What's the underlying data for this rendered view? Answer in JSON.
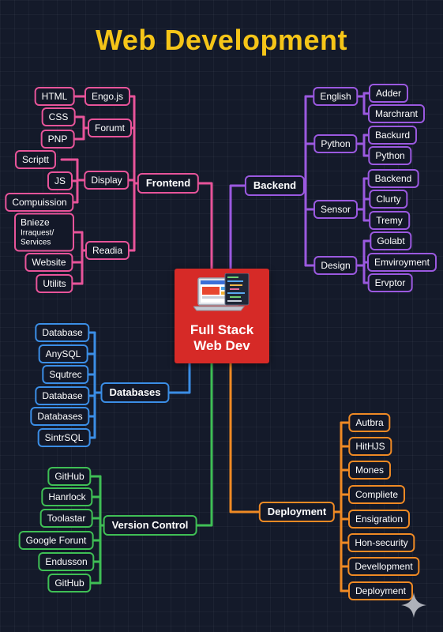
{
  "title": "Web Development",
  "center": {
    "line1": "Full Stack",
    "line2": "Web Dev"
  },
  "colors": {
    "background": "#141a2a",
    "title": "#f5c518",
    "center": "#d62a27",
    "frontend": "#e8549a",
    "backend": "#9b59e0",
    "databases": "#3b8ee6",
    "version_control": "#3fbf55",
    "deployment": "#f08a24"
  },
  "icons": [
    "laptop-icon",
    "sparkle-icon"
  ],
  "frontend": {
    "label": "Frontend",
    "groups": [
      {
        "label": "Engo.js",
        "items": [
          {
            "label": "HTML"
          }
        ]
      },
      {
        "label": "Forumt",
        "items": [
          {
            "label": "CSS"
          },
          {
            "label": "PNP"
          }
        ]
      },
      {
        "label": "Display",
        "items": [
          {
            "label": "Scriptt"
          },
          {
            "label": "JS"
          },
          {
            "label": "Compuission"
          }
        ]
      },
      {
        "label": "Readia",
        "items": [
          {
            "line1": "Bnieze",
            "line2": "Irraquest/",
            "line3": "Services"
          },
          {
            "label": "Website"
          },
          {
            "label": "Utilits"
          }
        ]
      }
    ]
  },
  "backend": {
    "label": "Backend",
    "groups": [
      {
        "label": "English",
        "items": [
          {
            "label": "Adder"
          },
          {
            "label": "Marchrant"
          }
        ]
      },
      {
        "label": "Python",
        "items": [
          {
            "label": "Backurd"
          },
          {
            "label": "Python"
          }
        ]
      },
      {
        "label": "Sensor",
        "items": [
          {
            "label": "Backend"
          },
          {
            "label": "Clurty"
          },
          {
            "label": "Tremy"
          }
        ]
      },
      {
        "label": "Design",
        "items": [
          {
            "label": "Golabt"
          },
          {
            "label": "Emviroyment"
          },
          {
            "label": "Ervptor"
          }
        ]
      }
    ]
  },
  "databases": {
    "label": "Databases",
    "items": [
      {
        "label": "Database"
      },
      {
        "label": "AnySQL"
      },
      {
        "label": "Squtrec"
      },
      {
        "label": "Database"
      },
      {
        "label": "Databases"
      },
      {
        "label": "SintrSQL"
      }
    ]
  },
  "version_control": {
    "label": "Version Control",
    "items": [
      {
        "label": "GitHub"
      },
      {
        "label": "Hanrlock"
      },
      {
        "label": "Toolastar"
      },
      {
        "label": "Google Forunt"
      },
      {
        "label": "Endusson"
      },
      {
        "label": "GitHub"
      }
    ]
  },
  "deployment": {
    "label": "Deployment",
    "items": [
      {
        "label": "Autbra"
      },
      {
        "label": "HitHJS"
      },
      {
        "label": "Mones"
      },
      {
        "label": "Compliete"
      },
      {
        "label": "Ensigration"
      },
      {
        "label": "Hon-security"
      },
      {
        "label": "Devellopment"
      },
      {
        "label": "Deployment"
      }
    ]
  }
}
